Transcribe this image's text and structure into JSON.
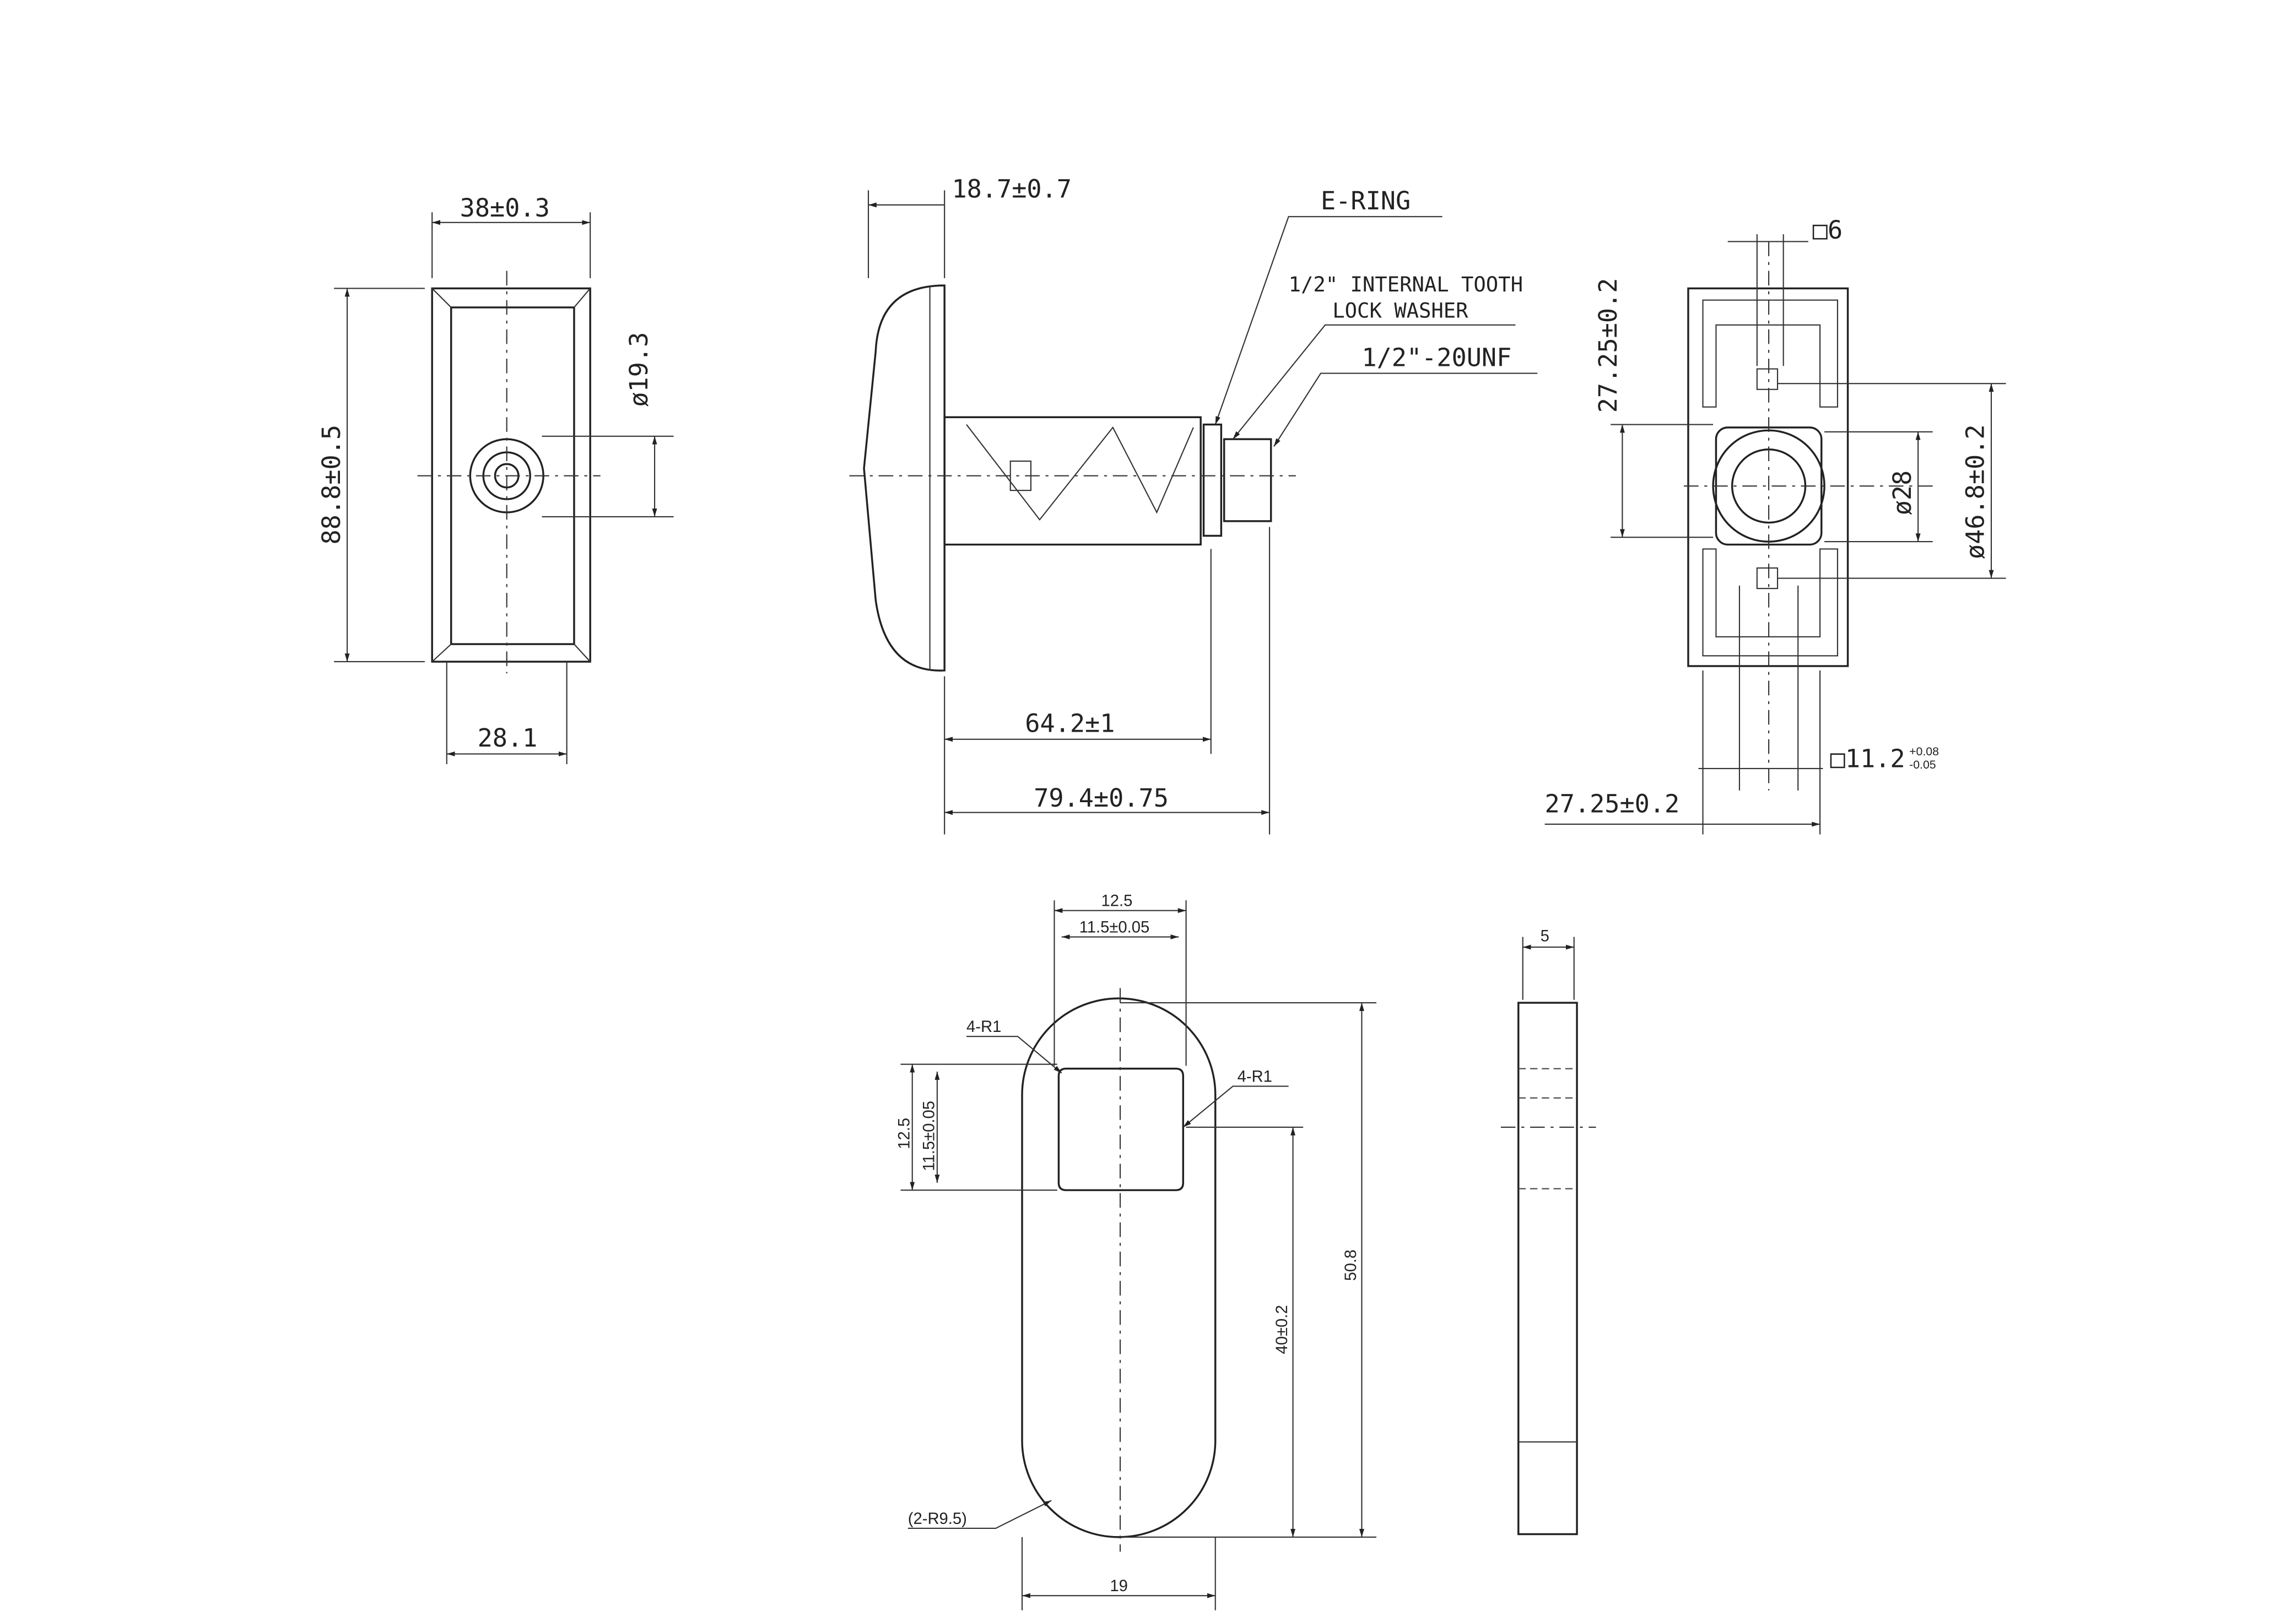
{
  "front_view": {
    "width": "38±0.3",
    "height": "88.8±0.5",
    "dia": "ø19.3",
    "bottom": "28.1"
  },
  "side_view": {
    "top": "18.7±0.7",
    "len1": "64.2±1",
    "len2": "79.4±0.75",
    "e_ring": "E-RING",
    "washer_1": "1/2\" INTERNAL TOOTH",
    "washer_2": "LOCK WASHER",
    "thread": "1/2\"-20UNF"
  },
  "rear_view": {
    "square_top": "□6",
    "height": "27.25±0.2",
    "dia_small": "ø28",
    "dia_large": "ø46.8±0.2",
    "square_bottom": "□11.2",
    "tol_upper": "+0.08",
    "tol_lower": "-0.05",
    "width": "27.25±0.2"
  },
  "cam_view": {
    "w_outer": "12.5",
    "w_inner": "11.5±0.05",
    "h_outer": "12.5",
    "h_inner": "11.5±0.05",
    "r_left": "4-R1",
    "r_right": "4-R1",
    "total": "50.8",
    "center": "40±0.2",
    "ends": "(2-R9.5)",
    "width": "19"
  },
  "edge_view": {
    "thickness": "5"
  }
}
